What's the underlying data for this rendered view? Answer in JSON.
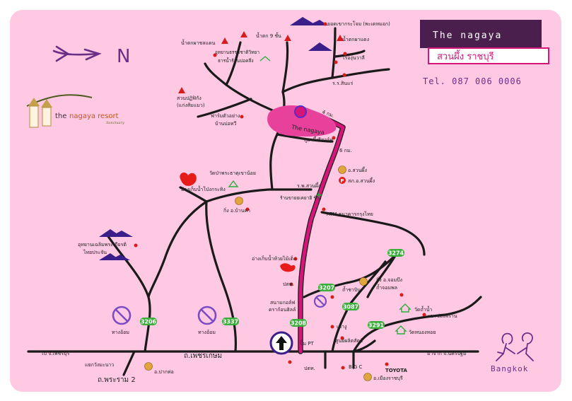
{
  "direction": {
    "label": "N",
    "icon": "north-arrow-icon"
  },
  "logo": {
    "brand": "the",
    "brand_colored": "nagaya resort",
    "tagline": "Sanctuary",
    "accent": "#c6541d"
  },
  "title_box": {
    "name": "The nagaya",
    "subtitle": "สวนผึ้ง ราชบุรี",
    "bg": "#4a1f4e",
    "accent": "#d4157a"
  },
  "phone": "Tel. 087 006 0006",
  "resort_label": "The nagaya",
  "city_label": "Bangkok",
  "routes": [
    {
      "label": "3206"
    },
    {
      "label": "3337"
    },
    {
      "label": "3208"
    },
    {
      "label": "3207"
    },
    {
      "label": "3087"
    },
    {
      "label": "3291"
    },
    {
      "label": "3274"
    }
  ],
  "no_entry": {
    "label": "ทางอ้อม"
  },
  "places": {
    "peak": "ยอดเขากระโจม (พะเดหมอก)",
    "waterfall_9": "น้ำตก 9 ชั้น",
    "waterfall_deang": "น้ำตกผาแดง",
    "waterfall_chon": "น้ำตกผาชลแดน",
    "park_line1": "อุทยานธรรมชาติวิทยา",
    "park_line2": "ธารน้ำร้อนบ่อคลึง",
    "rai": "ไร่องุ่นวาลี",
    "school": "ร.ร.สินแร่",
    "suanpatikit1": "สวนปฏิฟิกัง",
    "suanpatikit2": "(แก่งส้มแมว)",
    "farm1": "ฟาร์มตัวอย่าง",
    "farm2": "บ้านบ่อหวี",
    "resort_near": "ภูผาผึ้งรีสอร์ท",
    "km4": "4 กม.",
    "km6": "6 กม.",
    "amphoe": "อ.สวนผึ้ง",
    "police": "สภ.อ.สวนผึ้ง",
    "hospital": "ร.พ.สวนผึ้ง",
    "market": "ร้านขายยเคยาฮิ ช้าง",
    "temple": "วัดป่าพระธาตุเขาน้อย",
    "reservoir": "อ่างเก็บน้ำโป่งกระทิง",
    "bankha": "กิ่ง อ.บ้านคา",
    "atm": "ATM ธนาคารกรุงไทย",
    "nationalpark1": "อุทยานเฉลิมพระเกียรติ",
    "nationalpark2": "ไทยประจัน",
    "reservoir2": "อ่างเก็บน้ำห้วยไม้เต็ง",
    "jombueng1": "กิ่ง อ.จอมบึง",
    "jombueng2": "ถ้ำจอมพล",
    "pakthor": "ปตท.",
    "golf1": "สนามกอล์ฟ",
    "golf2": "ดราก้อนฮิลล์",
    "cave": "ถ้ำชาบิน",
    "watnam": "วัดถ้ำน้ำ",
    "khaochong": "เขาช่องพราน",
    "khaoyu": "เขางู",
    "watnonghoi": "วัดหนองหอย",
    "pump_pt": "ปั๊ม PT",
    "fuel_center": "ศูนย์ผลิตสัตว์",
    "ptt2": "ปตท.",
    "bigc": "BIG C",
    "toyota": "TOYOTA",
    "to_phet": "ไป จ.เพชรบุรี",
    "from_np": "มาจาก จ.นครปฐม",
    "phetkasem": "ถ.เพชรเกษม",
    "rama2": "ถ.พระราม 2",
    "waeng": "แยกวังมะนาว",
    "pakthor2": "อ.ปากท่อ",
    "muang": "อ.เมืองราชบุรี"
  }
}
